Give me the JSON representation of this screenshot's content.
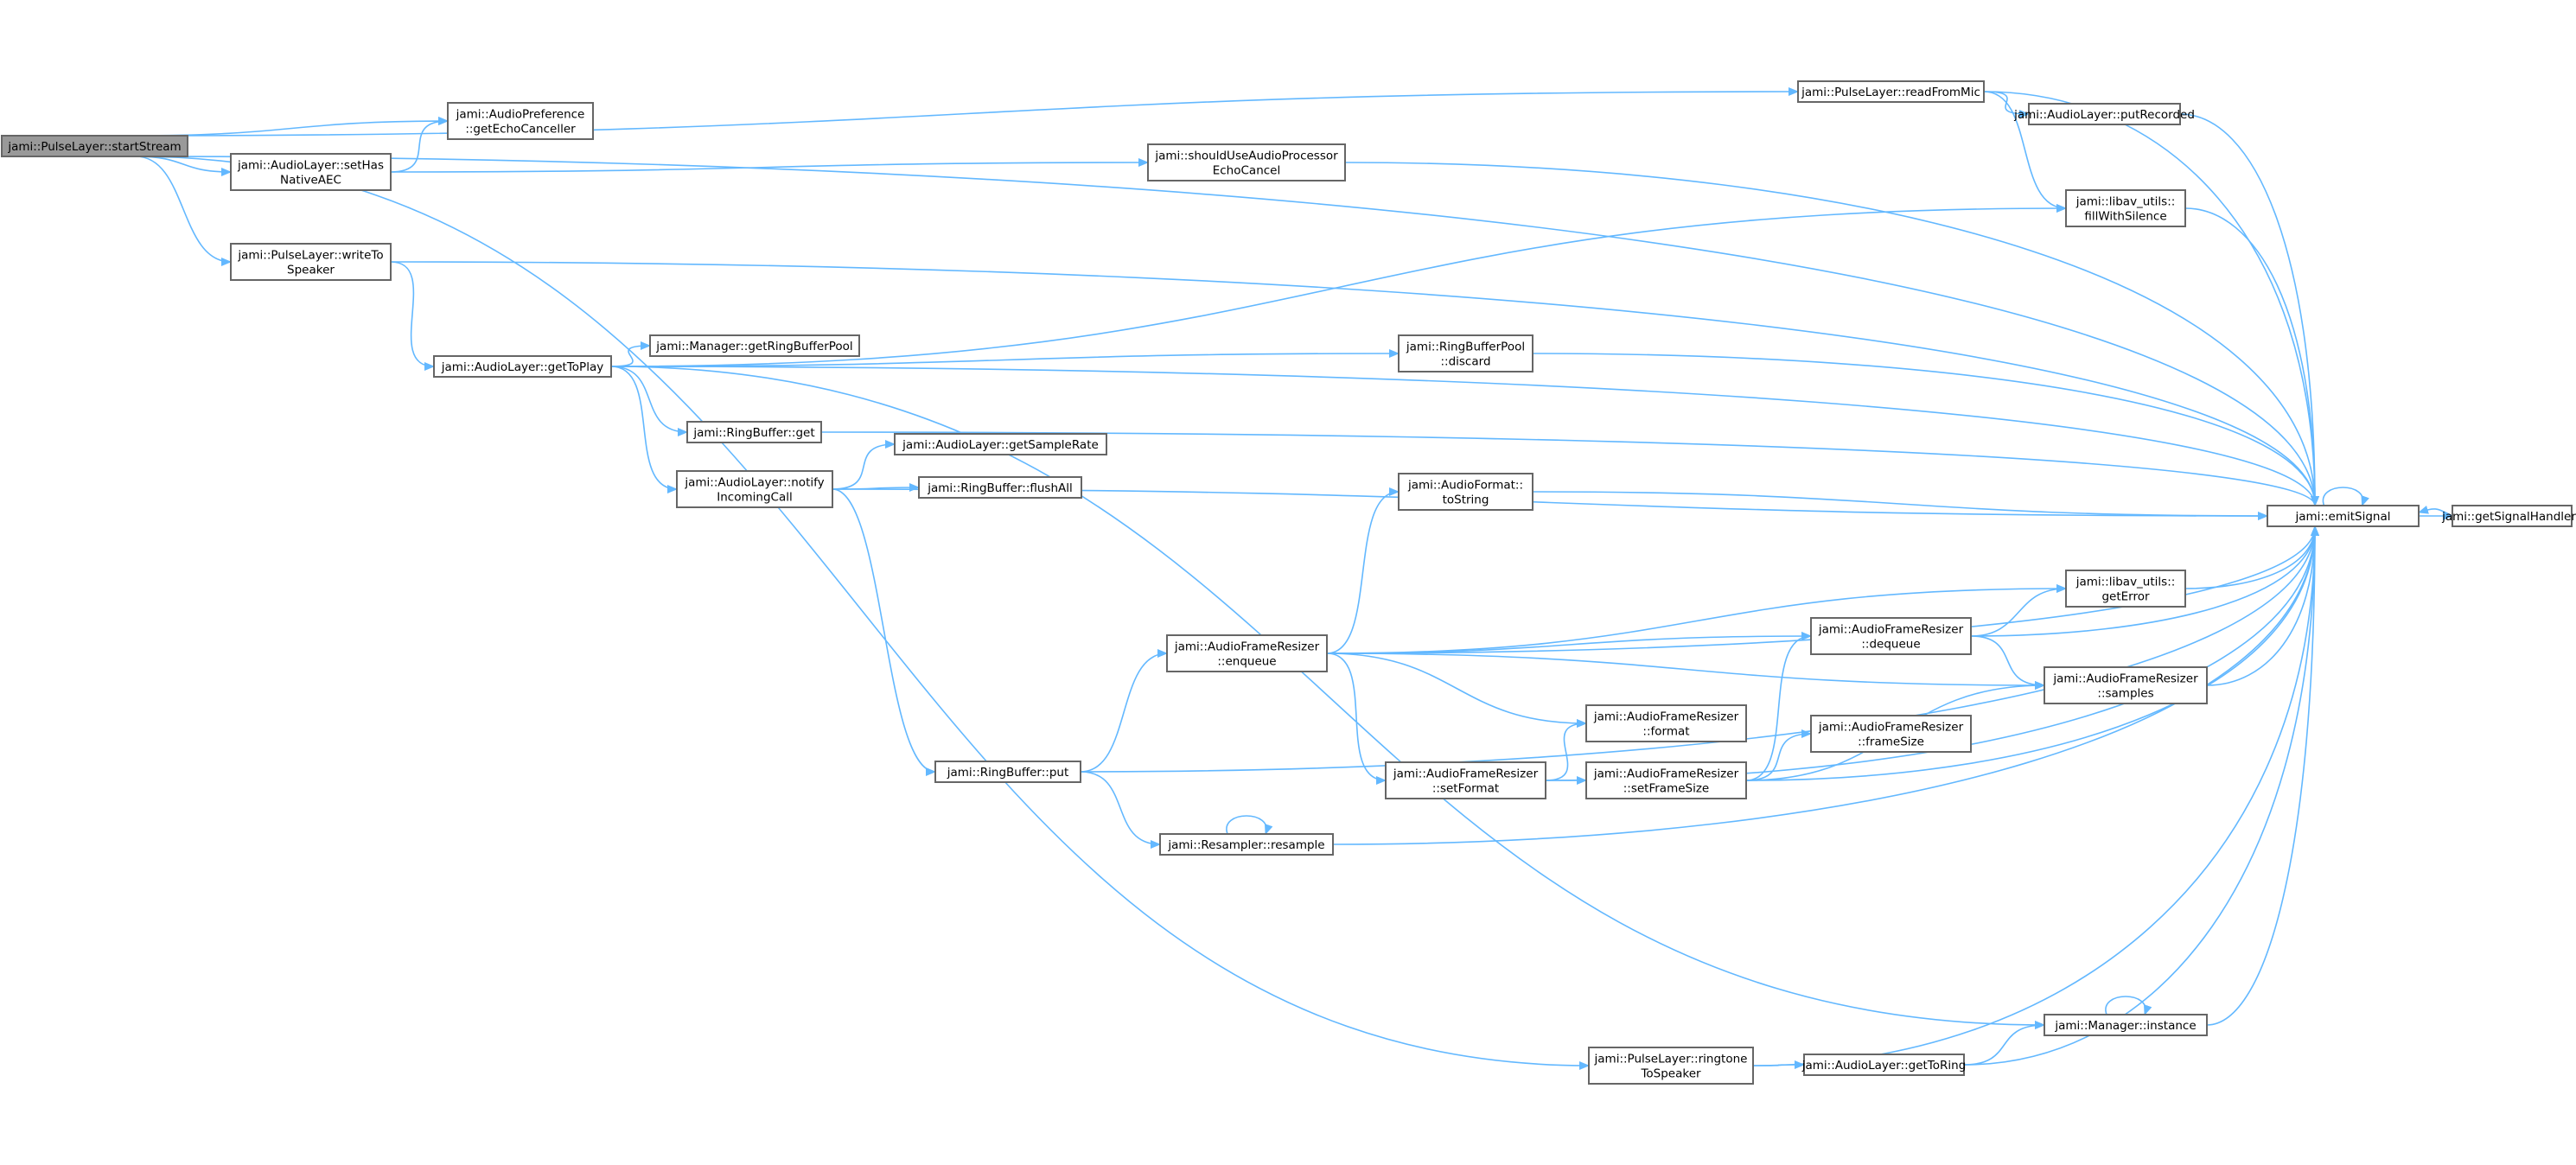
{
  "nodes": [
    {
      "id": "startStream",
      "label": [
        "jami::PulseLayer::startStream"
      ],
      "root": true
    },
    {
      "id": "getEchoCanceller",
      "label": [
        "jami::AudioPreference",
        "::getEchoCanceller"
      ]
    },
    {
      "id": "setHasNativeAEC",
      "label": [
        "jami::AudioLayer::setHas",
        "NativeAEC"
      ]
    },
    {
      "id": "writeToSpeaker",
      "label": [
        "jami::PulseLayer::writeTo",
        "Speaker"
      ]
    },
    {
      "id": "getToPlay",
      "label": [
        "jami::AudioLayer::getToPlay"
      ]
    },
    {
      "id": "getRingBufferPool",
      "label": [
        "jami::Manager::getRingBufferPool"
      ]
    },
    {
      "id": "rbGet",
      "label": [
        "jami::RingBuffer::get"
      ]
    },
    {
      "id": "notifyIncomingCall",
      "label": [
        "jami::AudioLayer::notify",
        "IncomingCall"
      ]
    },
    {
      "id": "getSampleRate",
      "label": [
        "jami::AudioLayer::getSampleRate"
      ]
    },
    {
      "id": "flushAll",
      "label": [
        "jami::RingBuffer::flushAll"
      ]
    },
    {
      "id": "rbPut",
      "label": [
        "jami::RingBuffer::put"
      ]
    },
    {
      "id": "enqueue",
      "label": [
        "jami::AudioFrameResizer",
        "::enqueue"
      ]
    },
    {
      "id": "resample",
      "label": [
        "jami::Resampler::resample"
      ]
    },
    {
      "id": "shouldUseAP",
      "label": [
        "jami::shouldUseAudioProcessor",
        "EchoCancel"
      ]
    },
    {
      "id": "discard",
      "label": [
        "jami::RingBufferPool",
        "::discard"
      ]
    },
    {
      "id": "afToString",
      "label": [
        "jami::AudioFormat::",
        "toString"
      ]
    },
    {
      "id": "setFormat",
      "label": [
        "jami::AudioFrameResizer",
        "::setFormat"
      ]
    },
    {
      "id": "afrFormat",
      "label": [
        "jami::AudioFrameResizer",
        "::format"
      ]
    },
    {
      "id": "setFrameSize",
      "label": [
        "jami::AudioFrameResizer",
        "::setFrameSize"
      ]
    },
    {
      "id": "dequeue",
      "label": [
        "jami::AudioFrameResizer",
        "::dequeue"
      ]
    },
    {
      "id": "frameSize",
      "label": [
        "jami::AudioFrameResizer",
        "::frameSize"
      ]
    },
    {
      "id": "ringtoneToSpeaker",
      "label": [
        "jami::PulseLayer::ringtone",
        "ToSpeaker"
      ]
    },
    {
      "id": "getToRing",
      "label": [
        "jami::AudioLayer::getToRing"
      ]
    },
    {
      "id": "readFromMic",
      "label": [
        "jami::PulseLayer::readFromMic"
      ]
    },
    {
      "id": "putRecorded",
      "label": [
        "jami::AudioLayer::putRecorded"
      ]
    },
    {
      "id": "fillWithSilence",
      "label": [
        "jami::libav_utils::",
        "fillWithSilence"
      ]
    },
    {
      "id": "getError",
      "label": [
        "jami::libav_utils::",
        "getError"
      ]
    },
    {
      "id": "samples",
      "label": [
        "jami::AudioFrameResizer",
        "::samples"
      ]
    },
    {
      "id": "managerInstance",
      "label": [
        "jami::Manager::instance"
      ]
    },
    {
      "id": "emitSignal",
      "label": [
        "jami::emitSignal"
      ]
    },
    {
      "id": "getSignalHandlers",
      "label": [
        "jami::getSignalHandlers"
      ]
    }
  ],
  "edges": [
    [
      "startStream",
      "emitSignal"
    ],
    [
      "startStream",
      "readFromMic"
    ],
    [
      "startStream",
      "getEchoCanceller"
    ],
    [
      "startStream",
      "setHasNativeAEC"
    ],
    [
      "startStream",
      "writeToSpeaker"
    ],
    [
      "startStream",
      "ringtoneToSpeaker"
    ],
    [
      "setHasNativeAEC",
      "getEchoCanceller"
    ],
    [
      "setHasNativeAEC",
      "shouldUseAP"
    ],
    [
      "shouldUseAP",
      "emitSignal"
    ],
    [
      "readFromMic",
      "putRecorded"
    ],
    [
      "readFromMic",
      "fillWithSilence"
    ],
    [
      "readFromMic",
      "emitSignal"
    ],
    [
      "putRecorded",
      "emitSignal"
    ],
    [
      "fillWithSilence",
      "emitSignal"
    ],
    [
      "writeToSpeaker",
      "emitSignal"
    ],
    [
      "writeToSpeaker",
      "getToPlay"
    ],
    [
      "getToPlay",
      "fillWithSilence"
    ],
    [
      "getToPlay",
      "emitSignal"
    ],
    [
      "getToPlay",
      "getRingBufferPool"
    ],
    [
      "getToPlay",
      "discard"
    ],
    [
      "getToPlay",
      "rbGet"
    ],
    [
      "getToPlay",
      "notifyIncomingCall"
    ],
    [
      "getToPlay",
      "managerInstance"
    ],
    [
      "discard",
      "emitSignal"
    ],
    [
      "rbGet",
      "emitSignal"
    ],
    [
      "notifyIncomingCall",
      "getSampleRate"
    ],
    [
      "notifyIncomingCall",
      "flushAll"
    ],
    [
      "notifyIncomingCall",
      "emitSignal"
    ],
    [
      "notifyIncomingCall",
      "rbPut"
    ],
    [
      "rbPut",
      "enqueue"
    ],
    [
      "rbPut",
      "resample"
    ],
    [
      "rbPut",
      "emitSignal"
    ],
    [
      "resample",
      "resample"
    ],
    [
      "resample",
      "emitSignal"
    ],
    [
      "enqueue",
      "afToString"
    ],
    [
      "enqueue",
      "emitSignal"
    ],
    [
      "enqueue",
      "getError"
    ],
    [
      "enqueue",
      "dequeue"
    ],
    [
      "enqueue",
      "samples"
    ],
    [
      "enqueue",
      "afrFormat"
    ],
    [
      "enqueue",
      "setFormat"
    ],
    [
      "afToString",
      "emitSignal"
    ],
    [
      "setFormat",
      "afrFormat"
    ],
    [
      "setFormat",
      "setFrameSize"
    ],
    [
      "setFormat",
      "emitSignal"
    ],
    [
      "setFrameSize",
      "dequeue"
    ],
    [
      "setFrameSize",
      "frameSize"
    ],
    [
      "setFrameSize",
      "samples"
    ],
    [
      "setFrameSize",
      "emitSignal"
    ],
    [
      "dequeue",
      "getError"
    ],
    [
      "dequeue",
      "samples"
    ],
    [
      "dequeue",
      "emitSignal"
    ],
    [
      "getError",
      "emitSignal"
    ],
    [
      "samples",
      "emitSignal"
    ],
    [
      "managerInstance",
      "managerInstance"
    ],
    [
      "managerInstance",
      "emitSignal"
    ],
    [
      "ringtoneToSpeaker",
      "getToRing"
    ],
    [
      "ringtoneToSpeaker",
      "emitSignal"
    ],
    [
      "getToRing",
      "managerInstance"
    ],
    [
      "getToRing",
      "emitSignal"
    ],
    [
      "emitSignal",
      "emitSignal"
    ],
    [
      "emitSignal",
      "getSignalHandlers"
    ],
    [
      "getSignalHandlers",
      "emitSignal"
    ]
  ],
  "colors": {
    "edge": "#63b8ff",
    "node_border": "#666666",
    "root_fill": "#999999",
    "node_fill": "#ffffff"
  }
}
